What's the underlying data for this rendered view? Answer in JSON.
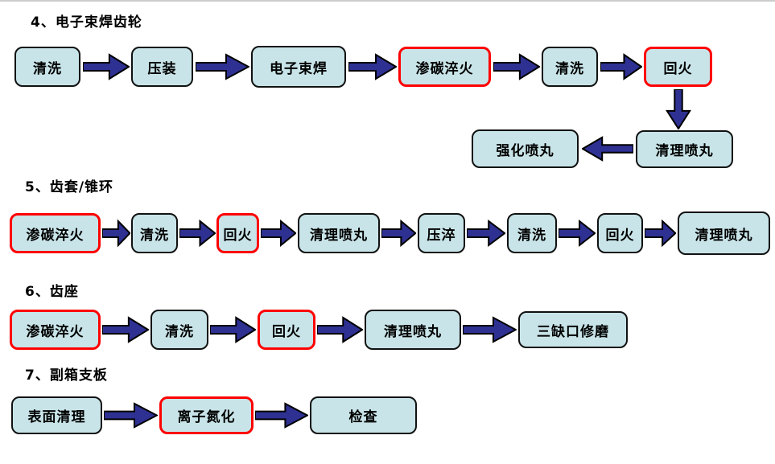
{
  "colors": {
    "background": "#ffffff",
    "box_fill": "#c8e4e8",
    "box_border": "#111111",
    "highlight_border": "#ff0000",
    "arrow_fill": "#2e3192",
    "arrow_outline": "#000000",
    "text": "#000000",
    "divider": "#cccccc"
  },
  "sections": [
    {
      "id": "4",
      "title": "4、电子束焊齿轮",
      "steps": [
        {
          "label": "清洗",
          "highlight": false
        },
        {
          "label": "压装",
          "highlight": false
        },
        {
          "label": "电子束焊",
          "highlight": false
        },
        {
          "label": "渗碳淬火",
          "highlight": true
        },
        {
          "label": "清洗",
          "highlight": false
        },
        {
          "label": "回火",
          "highlight": true
        },
        {
          "label": "清理喷丸",
          "highlight": false
        },
        {
          "label": "强化喷丸",
          "highlight": false
        }
      ]
    },
    {
      "id": "5",
      "title": "5、齿套/锥环",
      "steps": [
        {
          "label": "渗碳淬火",
          "highlight": true
        },
        {
          "label": "清洗",
          "highlight": false
        },
        {
          "label": "回火",
          "highlight": true
        },
        {
          "label": "清理喷丸",
          "highlight": false
        },
        {
          "label": "压淬",
          "highlight": false
        },
        {
          "label": "清洗",
          "highlight": false
        },
        {
          "label": "回火",
          "highlight": false
        },
        {
          "label": "清理喷丸",
          "highlight": false
        }
      ]
    },
    {
      "id": "6",
      "title": "6、齿座",
      "steps": [
        {
          "label": "渗碳淬火",
          "highlight": true
        },
        {
          "label": "清洗",
          "highlight": false
        },
        {
          "label": "回火",
          "highlight": true
        },
        {
          "label": "清理喷丸",
          "highlight": false
        },
        {
          "label": "三缺口修磨",
          "highlight": false
        }
      ]
    },
    {
      "id": "7",
      "title": "7、副箱支板",
      "steps": [
        {
          "label": "表面清理",
          "highlight": false
        },
        {
          "label": "离子氮化",
          "highlight": true
        },
        {
          "label": "检查",
          "highlight": false
        }
      ]
    }
  ]
}
